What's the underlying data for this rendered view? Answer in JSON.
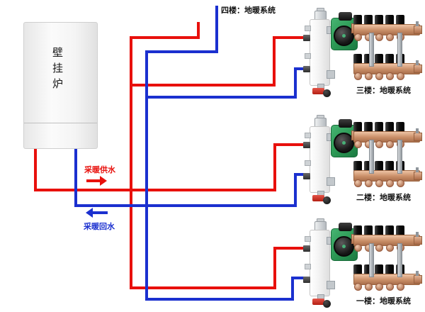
{
  "boiler": {
    "label": "壁挂炉"
  },
  "labels": {
    "floor4": "四楼：地暖系统",
    "supply": "采暖供水",
    "return": "采暖回水"
  },
  "assemblies": [
    {
      "floor_label": "三楼：地暖系统"
    },
    {
      "floor_label": "二楼：地暖系统"
    },
    {
      "floor_label": "一楼：地暖系统"
    }
  ],
  "manifold": {
    "loops_per_bar": 5,
    "bars_per_station": 2
  },
  "colors": {
    "supply_pipe": "#e8100c",
    "return_pipe": "#1b30cf",
    "pump_body": "#2f9d58",
    "manifold_brass": "#c98e67"
  },
  "icons": {
    "air-vent-icon": "css-shape",
    "circulation-pump-icon": "css-circle",
    "valve-actuator-icon": "css-rect",
    "loop-port-icon": "css-circle",
    "drain-valve-icon": "css-shape",
    "supply-arrow-icon": "css-triangle-right",
    "return-arrow-icon": "css-triangle-left"
  }
}
